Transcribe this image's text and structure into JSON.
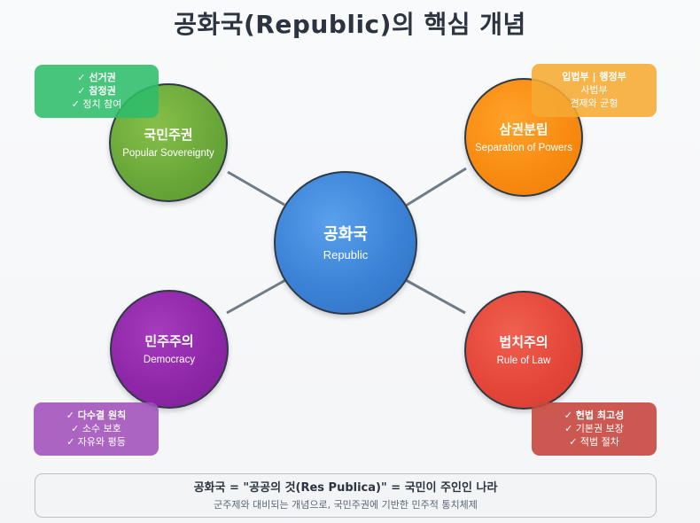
{
  "title": "공화국(Republic)의 핵심 개념",
  "center": {
    "ko": "공화국",
    "en": "Republic"
  },
  "nodes": {
    "top_left": {
      "ko": "국민주권",
      "en": "Popular Sovereignty"
    },
    "top_right": {
      "ko": "삼권분립",
      "en": "Separation of Powers"
    },
    "bottom_left": {
      "ko": "민주주의",
      "en": "Democracy"
    },
    "bottom_right": {
      "ko": "법치주의",
      "en": "Rule of Law"
    }
  },
  "boxes": {
    "top_left": [
      "✓ 선거권",
      "✓ 참정권",
      "✓ 정치 참여"
    ],
    "top_right": [
      "입법부 | 행정부",
      "사법부",
      "견제와 균형"
    ],
    "bottom_left": [
      "✓ 다수결 원칙",
      "✓ 소수 보호",
      "✓ 자유와 평등"
    ],
    "bottom_right": [
      "✓ 헌법 최고성",
      "✓ 기본권 보장",
      "✓ 적법 절차"
    ]
  },
  "colors": {
    "center": "#3b82d6",
    "top_left": "#6aa83a",
    "top_right": "#f98b12",
    "bottom_left": "#8e27a8",
    "bottom_right": "#e4473a",
    "connector": "#6e7c8a"
  },
  "footer": {
    "main": "공화국 = \"공공의 것(Res Publica)\" = 국민이 주인인 나라",
    "sub": "군주제와 대비되는 개념으로, 국민주권에 기반한 민주적 통치체제"
  }
}
